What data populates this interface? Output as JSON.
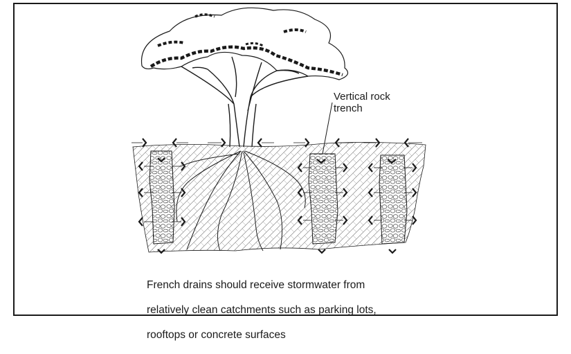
{
  "labels": {
    "trench": "Vertical rock\ntrench"
  },
  "caption": {
    "lines": [
      "French drains should receive stormwater from",
      "relatively clean catchments such as parking lots,",
      "rooftops or concrete surfaces"
    ]
  },
  "colors": {
    "ink": "#1a1a1a",
    "soil_hatch": "#8a8a8a",
    "rock_outline": "#5a5a5a",
    "background": "#ffffff"
  }
}
